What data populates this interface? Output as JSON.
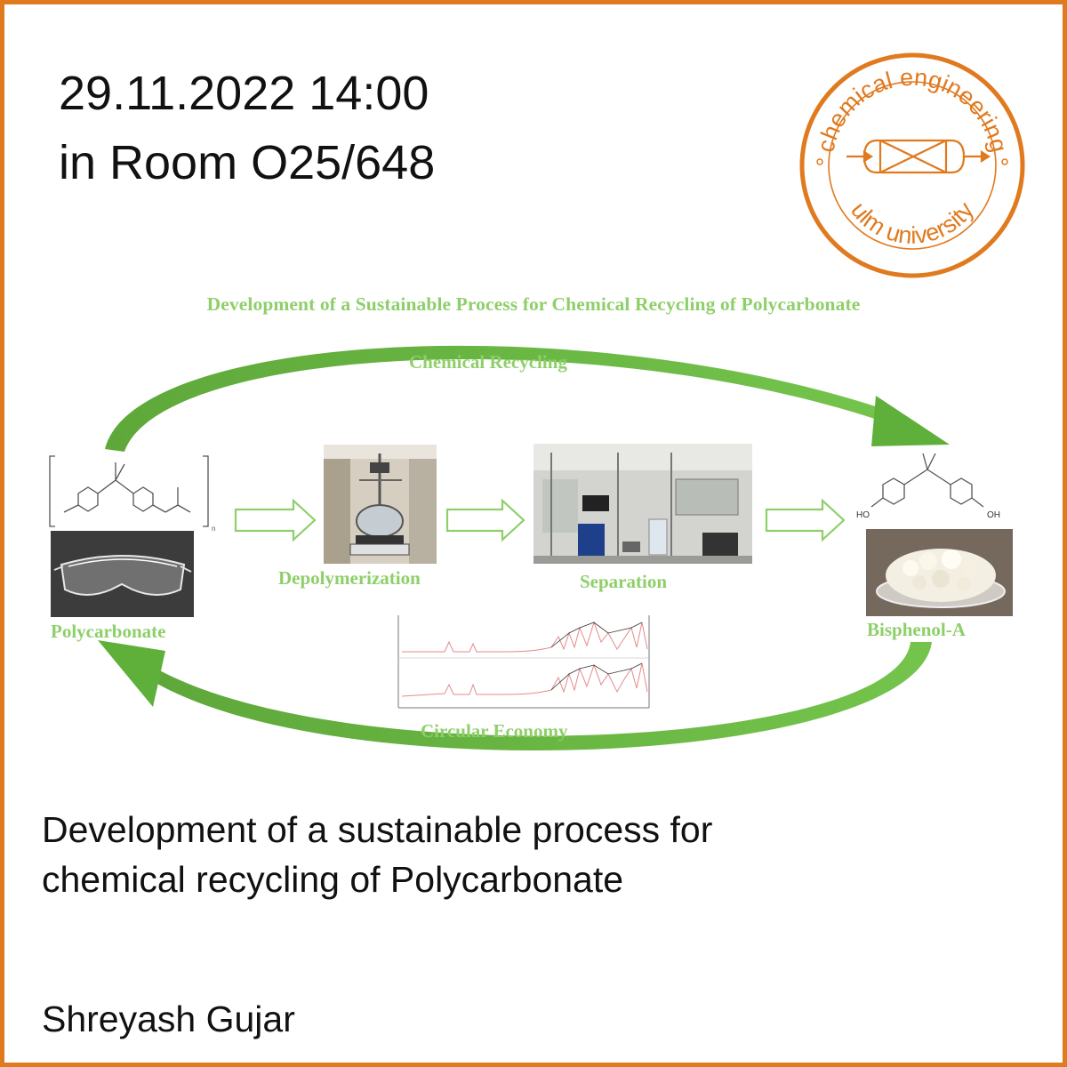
{
  "event": {
    "date_time": "29.11.2022 14:00",
    "room": "in Room O25/648"
  },
  "logo": {
    "top_text": "chemical engineering",
    "bottom_text": "ulm university",
    "color": "#e07a1f"
  },
  "diagram": {
    "title": "Development of a Sustainable Process for Chemical Recycling of Polycarbonate",
    "top_arrow_label": "Chemical Recycling",
    "bottom_arrow_label": "Circular Economy",
    "steps": {
      "polycarbonate": "Polycarbonate",
      "depolymerization": "Depolymerization",
      "separation": "Separation",
      "bisphenol": "Bisphenol-A"
    },
    "molecule_labels": {
      "ho_left": "HO",
      "oh_right": "OH",
      "n": "n"
    },
    "accent_color": "#6fbf3f"
  },
  "talk": {
    "title_line1": "Development of a sustainable process for",
    "title_line2": "chemical recycling of Polycarbonate",
    "speaker": "Shreyash Gujar"
  },
  "colors": {
    "frame": "#e07a1f",
    "text": "#111111",
    "green_label": "#8ecf6a"
  }
}
